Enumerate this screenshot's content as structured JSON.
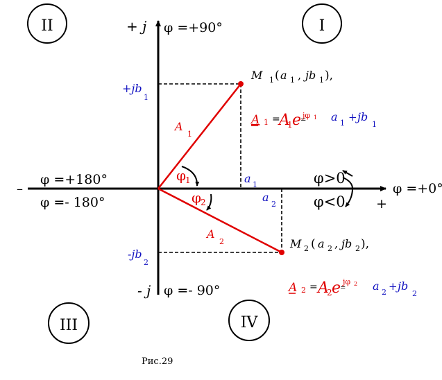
{
  "quadrants": {
    "q1": "I",
    "q2": "II",
    "q3": "III",
    "q4": "IV"
  },
  "axes": {
    "plus_j": "+ j",
    "minus_j": "- j",
    "phi_top": "φ =+90°",
    "phi_bottom": "φ =- 90°",
    "phi_left_top": "φ =+180°",
    "phi_left_bottom": "φ =- 180°",
    "phi_right": "φ =+0°",
    "left_minus": "–",
    "right_plus": "+"
  },
  "vector1": {
    "point_label": "M",
    "point_sub": "1",
    "coords_open": "(",
    "coord_a": "a",
    "coord_a_sub": "1",
    "comma": ",",
    "coord_jb": "jb",
    "coord_jb_sub": "1",
    "coords_close": "),",
    "mag_label": "A",
    "mag_sub": "1",
    "angle_label": "φ",
    "angle_sub": "1",
    "proj_y": "+jb",
    "proj_y_sub": "1",
    "proj_x": "a",
    "proj_x_sub": "1",
    "formula_lhs": "A",
    "formula_lhs_sub": "1",
    "formula_eq": "=",
    "formula_mag": "A",
    "formula_mag_sub": "1",
    "formula_e": "e",
    "formula_exp": "jφ",
    "formula_exp_sub": "1",
    "formula_eq2": "=",
    "formula_a": "a",
    "formula_a_sub": "1",
    "formula_plus": "+",
    "formula_jb": "jb",
    "formula_jb_sub": "1"
  },
  "vector2": {
    "point_label": "M",
    "point_sub": "2",
    "coords_open": "(",
    "coord_a": "a",
    "coord_a_sub": "2",
    "comma": ",",
    "coord_jb": "jb",
    "coord_jb_sub": "2",
    "coords_close": "),",
    "mag_label": "A",
    "mag_sub": "2",
    "angle_label": "φ",
    "angle_sub": "2",
    "proj_y": "-jb",
    "proj_y_sub": "2",
    "proj_x": "a",
    "proj_x_sub": "2",
    "formula_lhs": "A",
    "formula_lhs_sub": "2",
    "formula_eq": "=",
    "formula_mag": "A",
    "formula_mag_sub": "2",
    "formula_e": "e",
    "formula_exp": "jφ",
    "formula_exp_sub": "2",
    "formula_eq2": "=",
    "formula_a": "a",
    "formula_a_sub": "2",
    "formula_plus": "+",
    "formula_jb": "jb",
    "formula_jb_sub": "2"
  },
  "direction": {
    "positive": "φ>0",
    "negative": "φ<0"
  },
  "caption": "Рис.29",
  "colors": {
    "vector": "#e00000",
    "projection": "#1010c0",
    "axis": "#000000"
  }
}
